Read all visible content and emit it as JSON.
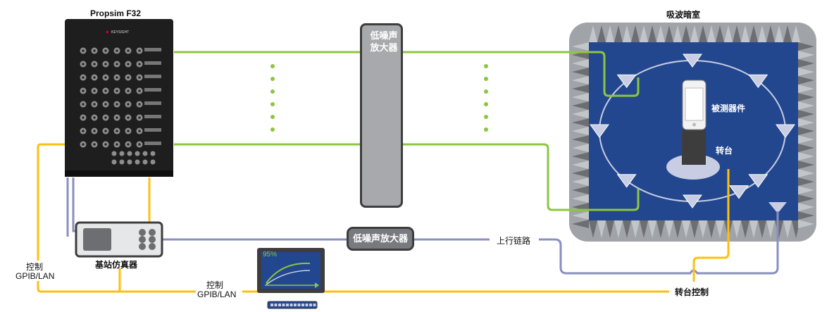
{
  "instrument": {
    "title": "Propsim F32"
  },
  "lna_vertical": {
    "label": "低噪声放大器"
  },
  "lna_horizontal": {
    "label": "低噪声放大器"
  },
  "chamber": {
    "title": "吸波暗室",
    "dut_label": "被测器件",
    "turntable_label": "转台"
  },
  "base_station": {
    "label": "基站仿真器"
  },
  "control_left": {
    "line1": "控制",
    "line2": "GPIB/LAN"
  },
  "control_mid": {
    "line1": "控制",
    "line2": "GPIB/LAN"
  },
  "uplink": {
    "label": "上行链路"
  },
  "turntable_control": {
    "label": "转台控制"
  },
  "monitor": {
    "percent": "95%"
  },
  "colors": {
    "green": "#8dc63f",
    "yellow": "#fdc010",
    "purple": "#8a8fbf",
    "chamber_blue": "#22478e",
    "absorber": "#a0a4a8"
  }
}
